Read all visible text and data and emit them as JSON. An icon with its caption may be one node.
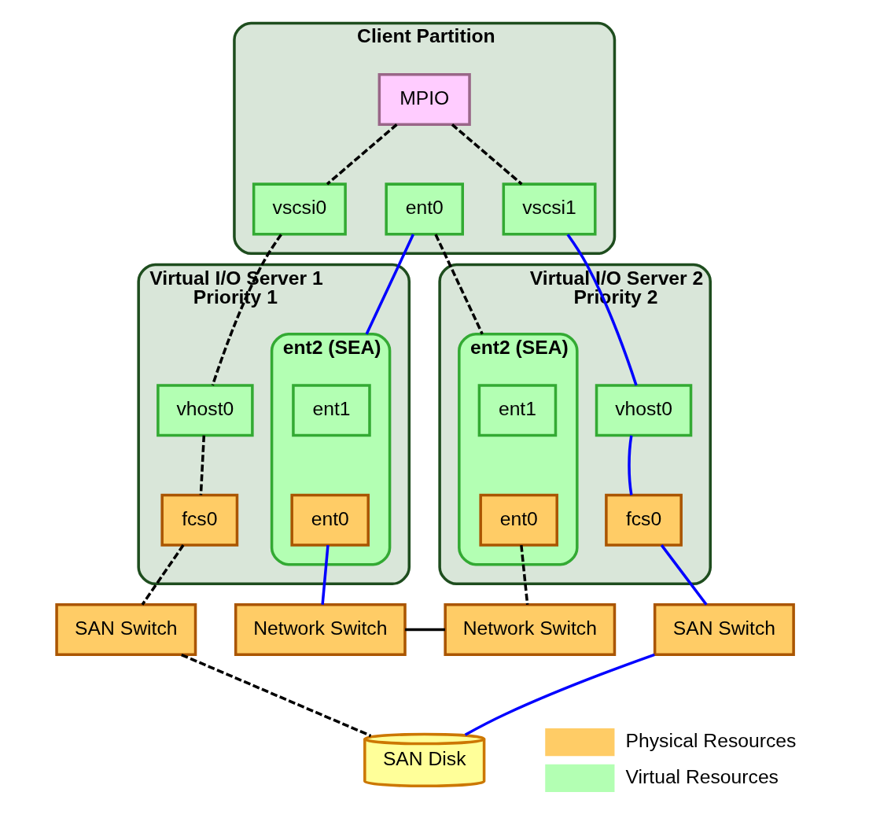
{
  "diagram": {
    "nodes": [
      {
        "text": [
          "Client Partition"
        ]
      },
      {
        "text": [
          "MPIO"
        ],
        "in": 0
      },
      {
        "text": [
          "vscsi0"
        ],
        "in": 0
      },
      {
        "text": [
          "ent0"
        ],
        "in": 0
      },
      {
        "text": [
          "vscsi1"
        ],
        "in": 0
      },
      {
        "text": [
          "Virtual I/O Server 1",
          "Priority 1"
        ]
      },
      {
        "text": [
          "vhost0"
        ],
        "in": 5
      },
      {
        "text": [
          "fcs0"
        ],
        "in": 5
      },
      {
        "text": [
          "ent2 (SEA)"
        ],
        "in": 5
      },
      {
        "text": [
          "ent1"
        ],
        "in": 8
      },
      {
        "text": [
          "ent0"
        ],
        "in": 8
      },
      {
        "text": [
          "Virtual I/O Server 2",
          "Priority 2"
        ]
      },
      {
        "text": [
          "ent2 (SEA)"
        ],
        "in": 11
      },
      {
        "text": [
          "ent1"
        ],
        "in": 12
      },
      {
        "text": [
          "ent0"
        ],
        "in": 12
      },
      {
        "text": [
          "vhost0"
        ],
        "in": 11
      },
      {
        "text": [
          "fcs0"
        ],
        "in": 11
      },
      {
        "text": [
          "SAN Switch"
        ]
      },
      {
        "text": [
          "Network Switch"
        ]
      },
      {
        "text": [
          "Network Switch"
        ]
      },
      {
        "text": [
          "SAN Switch"
        ]
      },
      {
        "text": [
          "SAN Disk"
        ]
      }
    ],
    "edges": [
      {
        "from": 1,
        "to": 2,
        "arrow": "none",
        "style": "dashed"
      },
      {
        "from": 1,
        "to": 4,
        "arrow": "none",
        "style": "dashed"
      },
      {
        "from": 2,
        "to": 6,
        "arrow": "none",
        "style": "dashed"
      },
      {
        "from": 3,
        "to": 8,
        "arrow": "none",
        "color": "#0000ff"
      },
      {
        "from": 3,
        "to": 12,
        "arrow": "none",
        "style": "dashed"
      },
      {
        "from": 4,
        "to": 15,
        "arrow": "none",
        "color": "#0000ff"
      },
      {
        "from": 6,
        "to": 7,
        "arrow": "none",
        "style": "dashed"
      },
      {
        "from": 15,
        "to": 16,
        "arrow": "none",
        "color": "#0000ff"
      },
      {
        "from": 7,
        "to": 17,
        "arrow": "none",
        "style": "dashed"
      },
      {
        "from": 10,
        "to": 18,
        "arrow": "none",
        "color": "#0000ff"
      },
      {
        "from": 14,
        "to": 19,
        "arrow": "none",
        "style": "dashed"
      },
      {
        "from": 16,
        "to": 20,
        "arrow": "none",
        "color": "#0000ff"
      },
      {
        "from": 18,
        "to": 19,
        "arrow": "none"
      },
      {
        "from": 17,
        "to": 21,
        "arrow": "none",
        "style": "dashed"
      },
      {
        "from": 20,
        "to": 21,
        "arrow": "none",
        "color": "#0000ff"
      }
    ],
    "legend": [
      {
        "text": "Physical Resources",
        "color": "#ffcc66"
      },
      {
        "text": "Virtual Resources",
        "color": "#b3ffb3"
      }
    ]
  }
}
